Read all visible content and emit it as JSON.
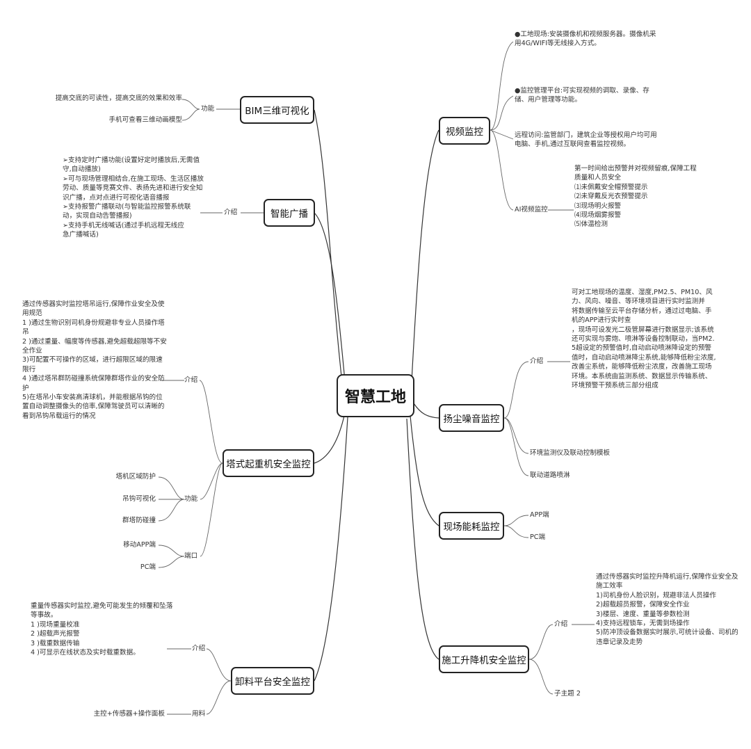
{
  "root": "智慧工地",
  "branches": {
    "bim": {
      "title": "BIM三维可视化",
      "sub": "功能",
      "leaves": [
        "提高交底的可读性，提高交底的效果和效率",
        "手机可查看三维动画模型"
      ]
    },
    "broadcast": {
      "title": "智能广播",
      "sub": "介绍",
      "text": [
        "➢支持定时广播功能(设置好定时播放后,无需值",
        "守,自动播放)",
        "➢可与现场管理相结合,在施工现场、生活区播放",
        "劳动、质量等竞赛文件、表扬先进和进行安全知",
        "识广播，点对点进行可视化语音播报",
        "➢支持报警广播联动(与智能监控报警系统联",
        "动，实现自动告警播报)",
        "➢支持手机无线喊话(通过手机远程无线应",
        "急广播喊话)"
      ]
    },
    "tower": {
      "title": "塔式起重机安全监控",
      "intro_label": "介绍",
      "intro": [
        "通过传感器实时监控塔吊运行,保障作业安全及使",
        "用规范",
        "1 )通过生物识别司机身份规避非专业人员操作塔",
        "吊",
        "2 )通过重量、幅度等传感器,避免超载超限等不安",
        "全作业",
        "3)可配置不可操作的区域，进行超限区域的限速",
        "限行",
        "4 )通过塔吊群防碰撞系统保障群塔作业的安全防",
        "护",
        "5)在塔吊小车安装高清球机，并能根据吊钩的位",
        "置自动调整摄像头的倍率,保障驾驶员可以清晰的",
        "看到吊钩吊载运行的情况"
      ],
      "func_label": "功能",
      "func": [
        "塔机区域防护",
        "吊钩可视化",
        "群塔防碰撞"
      ],
      "port_label": "端口",
      "ports": [
        "移动APP端",
        "PC端"
      ]
    },
    "unload": {
      "title": "卸料平台安全监控",
      "intro_label": "介绍",
      "intro": [
        "重量传感器实时监控,避免可能发生的倾覆和坠落",
        "等事故。",
        "1 )现场重量校准",
        "2 )超载声光报警",
        "3 )载重数据传输",
        "4 )可显示在线状态及实时载重数据。"
      ],
      "material_label": "用料",
      "material": "主控+传感器+操作面板"
    },
    "video": {
      "title": "视频监控",
      "items": [
        [
          "●工地现场:安装摄像机和视频服务器。摄像机采",
          "用4G/WIFI等无线接入方式。"
        ],
        [
          "●监控管理平台:可实现视频的调取、录像、存",
          "储、用户管理等功能。"
        ],
        [
          "远程访问:监管部门，建筑企业等授权用户均可用",
          "电脑、手机,通过互联网查看监控视频。"
        ]
      ],
      "ai_label": "AI视频监控",
      "ai": [
        "第一时间给出预警并对视频留痕,保障工程",
        "质量和人员安全",
        "⑴未佩戴安全帽预警提示",
        "⑵未穿戴反光衣预警提示",
        "⑶现场明火报警",
        "⑷现场烟雾报警",
        "⑸体温检测"
      ]
    },
    "dust": {
      "title": "扬尘噪音监控",
      "intro_label": "介绍",
      "intro": [
        "可对工地现场的温度、湿度,PM2.5、PM10、风",
        "力、风向、噪音、等环境项目进行实时监测并",
        "将数据传输至云平台存储分析，通过过电脑、手",
        "机的APP进行实时查",
        "，现场可设发光二极管屏幕进行数据显示;该系统",
        "还可实现与雾炮、喷淋等设备控制联动，当PM2.",
        "5超设定的预警值时,自动启动喷淋降设定的预警",
        "值时，自动启动喷淋降尘系统,能够降低粉尘浓度,",
        "改善尘系统，能够降低粉尘浓度，改善施工现场",
        "环境。本系统由监测系统、数据显示传输系统、",
        "环境预警干预系统三部分组成"
      ],
      "others": [
        "环境监测仪及联动控制模板",
        "联动道路喷淋"
      ]
    },
    "energy": {
      "title": "现场能耗监控",
      "leaves": [
        "APP端",
        "PC端"
      ]
    },
    "lift": {
      "title": "施工升降机安全监控",
      "intro_label": "介绍",
      "intro": [
        "通过传感器实时监控升降机运行,保障作业安全及",
        "施工效率",
        "1)司机身份人脸识别，规避非法人员操作",
        "2)超载超员报警，保障安全作业",
        "3)楼层、速度、重量等参数检测",
        "4)支持远程锁车，无需到场操作",
        "5)防冲顶设备数据实时展示,可统计设备、司机的",
        "违章记录及走势"
      ],
      "other": "子主题 2"
    }
  }
}
